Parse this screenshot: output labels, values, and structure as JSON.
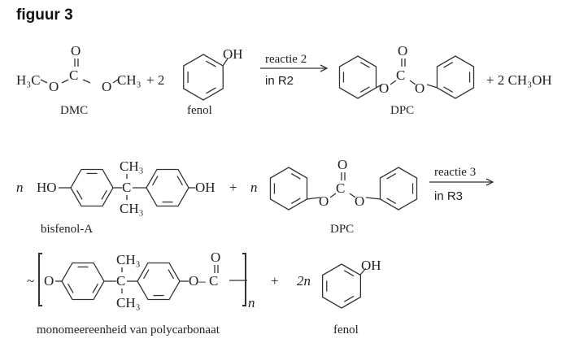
{
  "figure_title": "figuur 3",
  "reaction2": {
    "dmc": {
      "h3c": "H₃C",
      "o1": "O",
      "c": "C",
      "o_top": "O",
      "o2": "O",
      "ch3": "CH₃",
      "label": "DMC"
    },
    "plus_coef": "+ 2",
    "fenol": {
      "oh": "OH",
      "label": "fenol"
    },
    "arrow_top": "reactie 2",
    "arrow_bottom": "in R2",
    "dpc": {
      "o1": "O",
      "c": "C",
      "o_top": "O",
      "o2": "O",
      "label": "DPC"
    },
    "product2": "+ 2  CH₃OH"
  },
  "reaction3": {
    "n1": "n",
    "bisfenol": {
      "ho": "HO",
      "c": "C",
      "ch3_top": "CH₃",
      "ch3_bottom": "CH₃",
      "oh": "OH",
      "label": "bisfenol-A"
    },
    "plus": "+",
    "n2": "n",
    "dpc": {
      "o1": "O",
      "c": "C",
      "o_top": "O",
      "o2": "O",
      "label": "DPC"
    },
    "arrow_top": "reactie 3",
    "arrow_bottom": "in R3"
  },
  "products3": {
    "tilde": "~",
    "o_left": "O",
    "c": "C",
    "ch3_top": "CH₃",
    "ch3_bottom": "CH₃",
    "o_c": "O– C",
    "o_top": "O",
    "n": "n",
    "plus": "+",
    "coef": "2n",
    "fenol_oh": "OH",
    "polymer_label": "monomeereenheid van polycarbonaat",
    "fenol_label": "fenol"
  }
}
